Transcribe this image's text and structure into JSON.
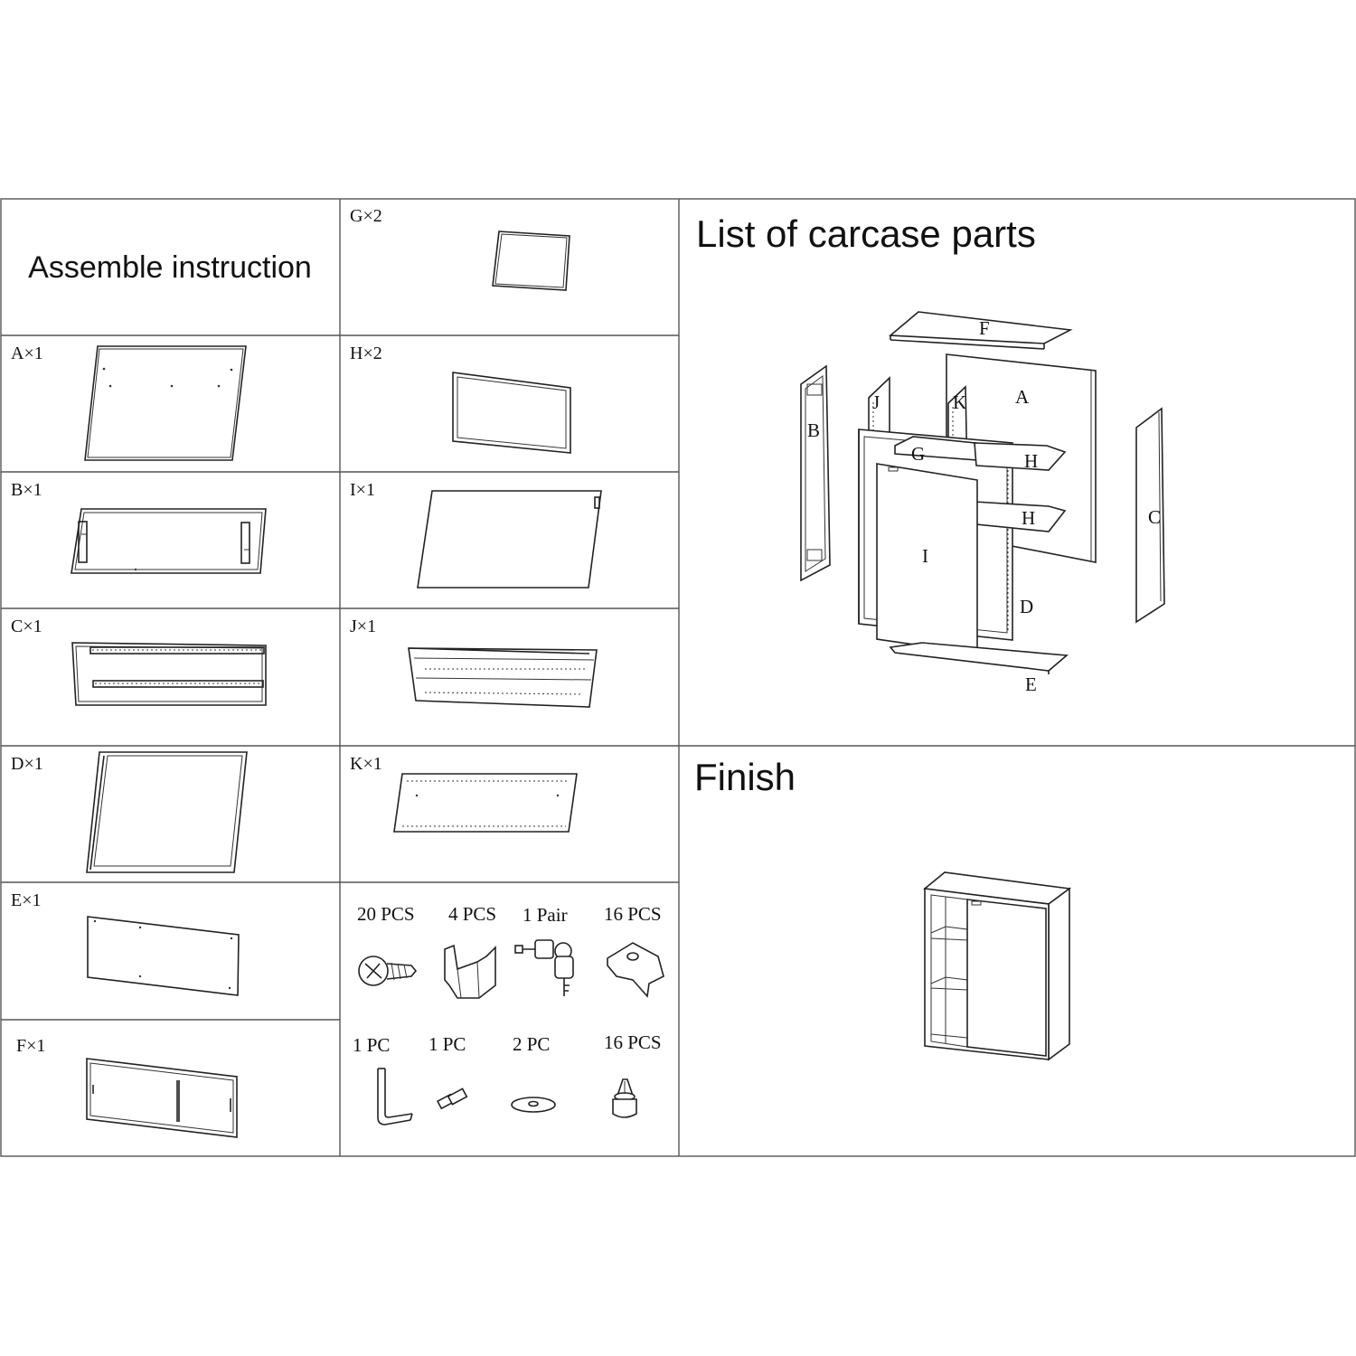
{
  "title": "Assemble instruction",
  "parts_header": "List of carcase parts",
  "finish_header": "Finish",
  "parts": [
    {
      "id": "A",
      "label": "A×1"
    },
    {
      "id": "B",
      "label": "B×1"
    },
    {
      "id": "C",
      "label": "C×1"
    },
    {
      "id": "D",
      "label": "D×1"
    },
    {
      "id": "E",
      "label": "E×1"
    },
    {
      "id": "F",
      "label": "F×1"
    },
    {
      "id": "G",
      "label": "G×2"
    },
    {
      "id": "H",
      "label": "H×2"
    },
    {
      "id": "I",
      "label": "I×1"
    },
    {
      "id": "J",
      "label": "J×1"
    },
    {
      "id": "K",
      "label": "K×1"
    }
  ],
  "hardware": [
    {
      "qty": "20 PCS",
      "icon": "screw-icon"
    },
    {
      "qty": "4 PCS",
      "icon": "bracket-icon"
    },
    {
      "qty": "1 Pair",
      "icon": "lock-key-icon"
    },
    {
      "qty": "16 PCS",
      "icon": "shelf-clip-icon"
    },
    {
      "qty": "1 PC",
      "icon": "allen-key-icon"
    },
    {
      "qty": "1 PC",
      "icon": "hinge-pin-icon"
    },
    {
      "qty": "2 PC",
      "icon": "washer-icon"
    },
    {
      "qty": "16 PCS",
      "icon": "plastic-plug-icon"
    }
  ],
  "exploded_labels": {
    "F": "F",
    "A": "A",
    "J": "J",
    "K": "K",
    "B": "B",
    "G": "G",
    "H1": "H",
    "H2": "H",
    "C": "C",
    "I": "I",
    "D": "D",
    "E": "E"
  }
}
